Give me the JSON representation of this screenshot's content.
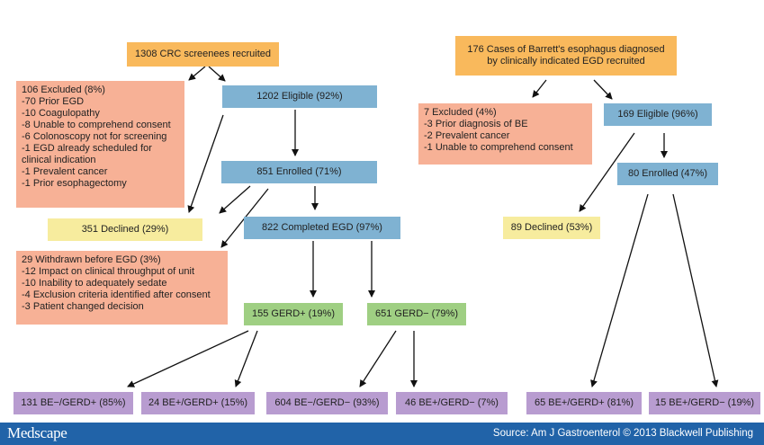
{
  "colors": {
    "recruited": "#f9b95c",
    "excluded": "#f7b196",
    "eligible": "#7fb2d2",
    "declined": "#f7ec9e",
    "gerd": "#9fcf83",
    "outcome": "#b89cd0",
    "footer": "#2163a8"
  },
  "left": {
    "recruited": "1308 CRC screenees recruited",
    "excluded": {
      "title": "106 Excluded (8%)",
      "items": [
        "-70 Prior EGD",
        "-10 Coagulopathy",
        "-8 Unable to comprehend consent",
        "-6 Colonoscopy not for screening",
        "-1 EGD already scheduled for",
        "clinical indication",
        "-1 Prevalent cancer",
        "-1 Prior esophagectomy"
      ]
    },
    "eligible": "1202 Eligible (92%)",
    "enrolled": "851 Enrolled (71%)",
    "declined": "351 Declined (29%)",
    "completed": "822 Completed EGD (97%)",
    "withdrawn": {
      "title": "29 Withdrawn before EGD (3%)",
      "items": [
        "-12 Impact on clinical throughput of unit",
        "-10 Inability to adequately sedate",
        "-4 Exclusion criteria identified after consent",
        "-3 Patient changed decision"
      ]
    },
    "gerd_pos": "155 GERD+ (19%)",
    "gerd_neg": "651 GERD− (79%)",
    "outcomes": [
      "131 BE−/GERD+ (85%)",
      "24 BE+/GERD+ (15%)",
      "604 BE−/GERD− (93%)",
      "46 BE+/GERD− (7%)"
    ]
  },
  "right": {
    "recruited_line1": "176 Cases of Barrett's esophagus diagnosed",
    "recruited_line2": "by clinically indicated EGD recruited",
    "excluded": {
      "title": "7 Excluded (4%)",
      "items": [
        "-3 Prior diagnosis of BE",
        "-2 Prevalent cancer",
        "-1 Unable to comprehend consent"
      ]
    },
    "eligible": "169 Eligible (96%)",
    "enrolled": "80 Enrolled (47%)",
    "declined": "89 Declined (53%)",
    "outcomes": [
      "65 BE+/GERD+ (81%)",
      "15 BE+/GERD− (19%)"
    ]
  },
  "footer": {
    "logo": "Medscape",
    "source": "Source: Am J Gastroenterol © 2013 Blackwell Publishing"
  }
}
